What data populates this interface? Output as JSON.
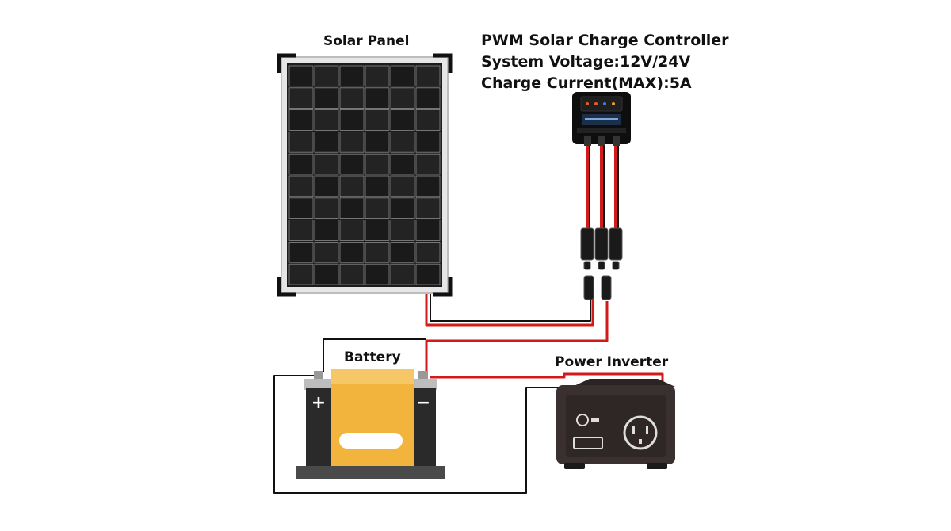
{
  "labels": {
    "solar_panel": "Solar Panel",
    "controller_title": "PWM Solar Charge Controller",
    "controller_voltage": "System Voltage:12V/24V",
    "controller_current": "Charge Current(MAX):5A",
    "battery": "Battery",
    "power_inverter": "Power Inverter"
  },
  "battery_terminals": {
    "positive": "+",
    "negative": "−"
  },
  "colors": {
    "wire_red": "#d11a1a",
    "wire_black": "#111111",
    "panel_cell": "#1b1b1b",
    "panel_frame": "#d8d8d8",
    "battery_body": "#2a2a2a",
    "battery_label": "#f2b43c",
    "inverter_body": "#3a3030"
  }
}
